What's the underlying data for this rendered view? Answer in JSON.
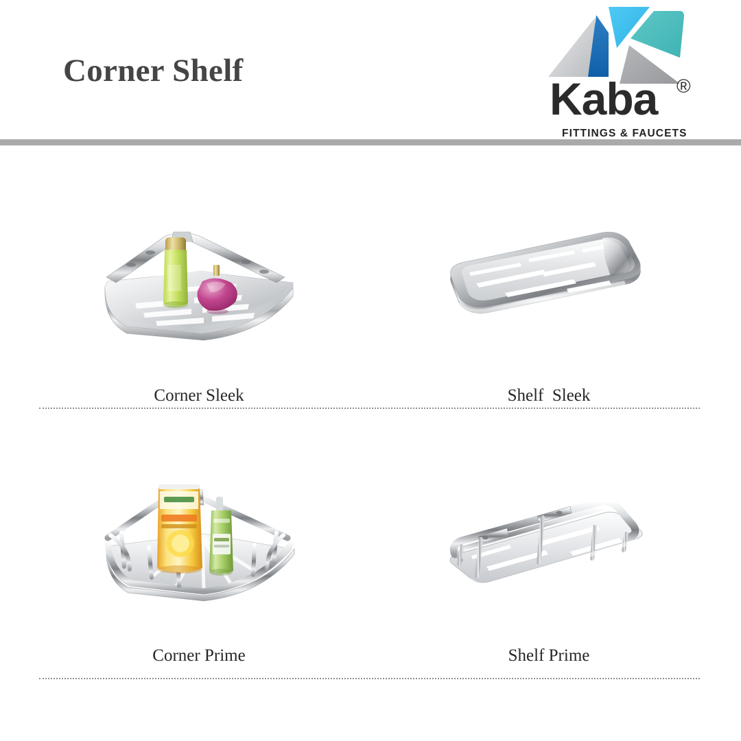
{
  "page": {
    "title": "Corner Shelf",
    "background_color": "#ffffff",
    "rule_color": "#aaaaaa",
    "title_color": "#454545"
  },
  "brand": {
    "name": "Kaba",
    "registered_mark": "®",
    "tagline": "FITTINGS & FAUCETS",
    "logo_icon": "kaba-k-monogram",
    "colors": {
      "cyan": "#3fc0ef",
      "teal": "#4cbfc0",
      "blue": "#1767b2",
      "gray": "#a6a8ab",
      "light_gray": "#d4d6d8",
      "wordmark": "#2b2b2b"
    }
  },
  "products": [
    {
      "id": "corner-sleek",
      "label": "Corner Sleek",
      "type": "corner-shelf",
      "style": "sleek-plate",
      "finish": "chrome",
      "items_on_shelf": [
        "green-toner-bottle",
        "pink-perfume-bottle"
      ]
    },
    {
      "id": "shelf-sleek",
      "label": "Shelf  Sleek",
      "type": "straight-shelf",
      "style": "sleek-plate",
      "finish": "chrome",
      "items_on_shelf": []
    },
    {
      "id": "corner-prime",
      "label": "Corner Prime",
      "type": "corner-shelf",
      "style": "prime-rail",
      "finish": "chrome",
      "items_on_shelf": [
        "garnier-face-wash-tube",
        "garnier-green-cleanser-bottle"
      ]
    },
    {
      "id": "shelf-prime",
      "label": "Shelf Prime",
      "type": "straight-shelf",
      "style": "prime-rail",
      "finish": "chrome",
      "items_on_shelf": []
    }
  ],
  "dividers": {
    "count": 2,
    "style": "dotted",
    "color": "#8f8f8f"
  }
}
